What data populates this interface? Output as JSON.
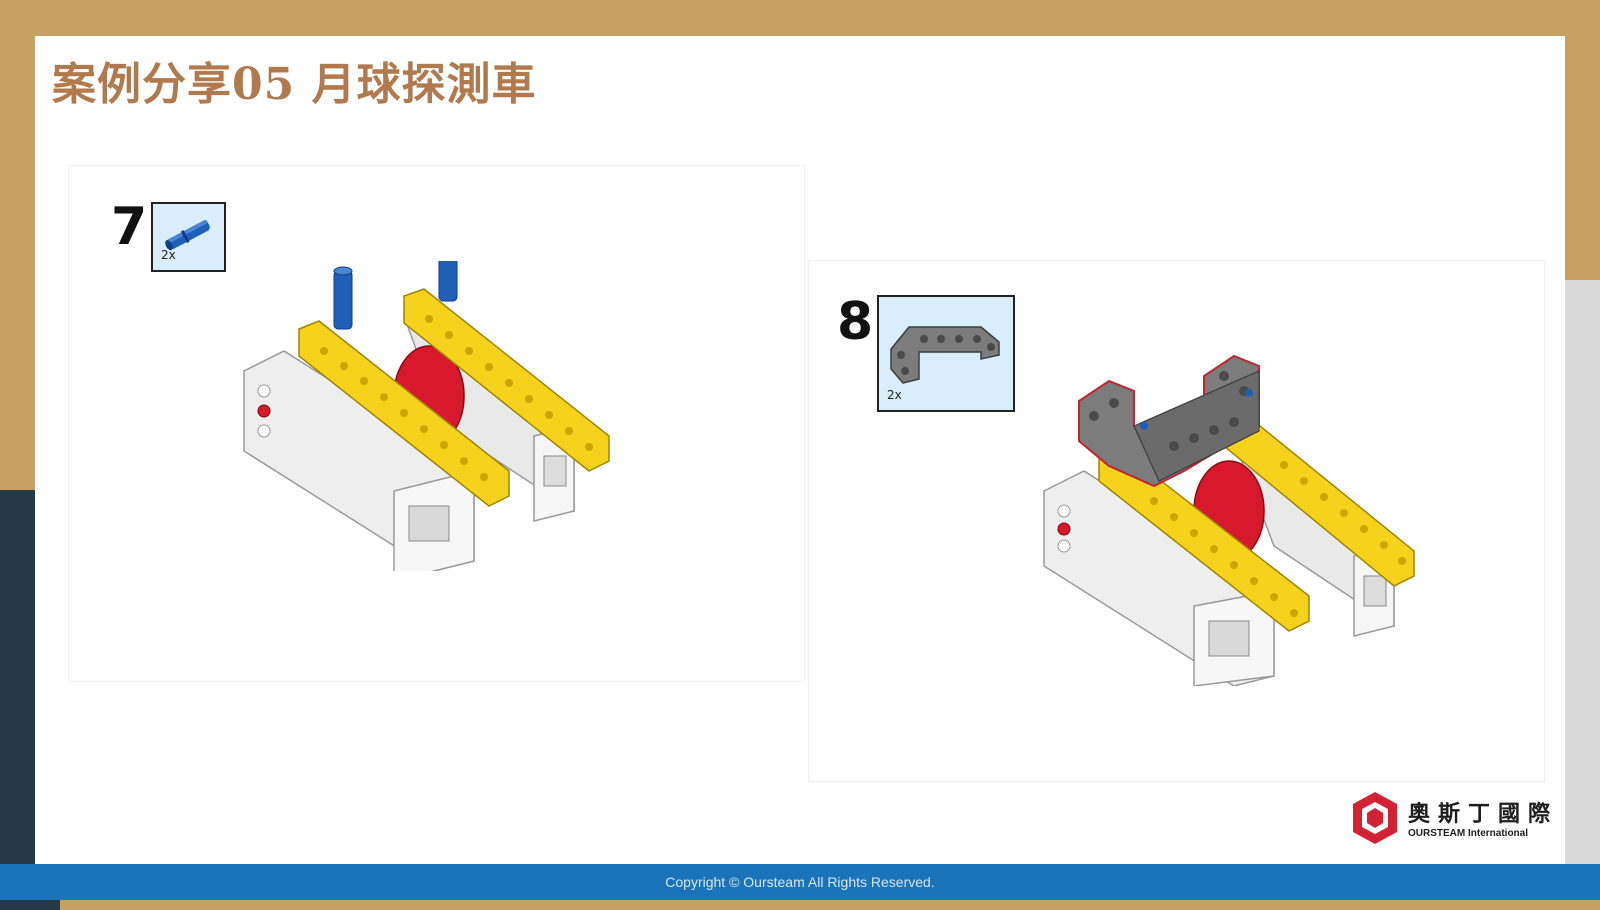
{
  "slide": {
    "title": "案例分享05 月球探測車"
  },
  "steps": [
    {
      "number": "7",
      "parts_qty": "2x",
      "part_icon": "blue-axle-pin-icon"
    },
    {
      "number": "8",
      "parts_qty": "2x",
      "part_icon": "gray-frame-beam-icon"
    }
  ],
  "logo": {
    "name_cn": "奧斯丁國際",
    "name_en": "OURSTEAM International"
  },
  "footer": {
    "copyright": "Copyright © Oursteam All Rights Reserved."
  },
  "colors": {
    "background_gold": "#c7a163",
    "title_brown": "#b07a4e",
    "footer_blue": "#1b74b9",
    "beam_yellow": "#f5d21c",
    "motor_white": "#eeeeee",
    "pin_blue": "#1f5fb8",
    "wheel_red": "#d8182c",
    "frame_gray": "#7c7c7c",
    "parts_box_bg": "#d9eefa"
  }
}
